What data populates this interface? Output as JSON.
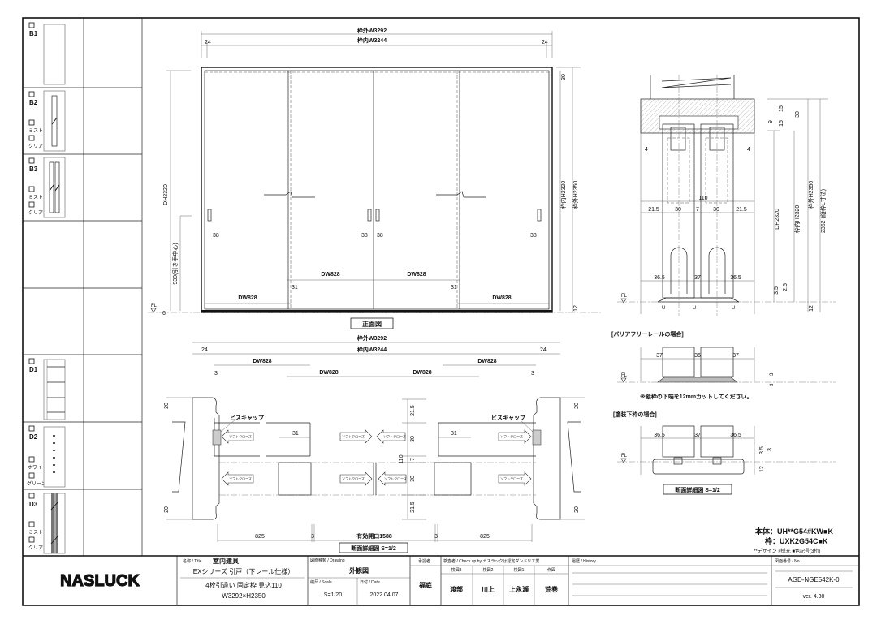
{
  "sidebar": {
    "items": [
      {
        "code": "B1"
      },
      {
        "code": "B2",
        "options": [
          "ミスト",
          "クリア"
        ]
      },
      {
        "code": "B3",
        "options": [
          "ミスト",
          "クリア"
        ]
      },
      {},
      {},
      {
        "code": "D1"
      },
      {
        "code": "D2",
        "options": [
          "ホワイト",
          "グリーン"
        ]
      },
      {
        "code": "D3",
        "options": [
          "ミスト",
          "クリア"
        ]
      }
    ]
  },
  "elevation": {
    "outer_width": "枠外W3292",
    "inner_width": "枠内W3244",
    "side_gap": "24",
    "door_height": "DH2320",
    "inner_height": "枠内H2320",
    "outer_height": "枠外H2350",
    "top_frame": "30",
    "bottom_frame": "12",
    "handle_offset": "38",
    "door_width": "DW828",
    "overlap": "31",
    "handle_height": "930(引き手中心)",
    "floor_gap": "6",
    "floor_line": "FL",
    "title": "正面図"
  },
  "plan": {
    "outer_width": "枠外W3292",
    "inner_width": "枠内W3244",
    "side_gap": "24",
    "door_width": "DW828",
    "gap": "3",
    "jamb": "20",
    "screw_cap": "ビスキャップ",
    "soft_close": "ソフトクローズ",
    "overlap": "31",
    "depth_dims": [
      "21.5",
      "30",
      "7",
      "30",
      "21.5"
    ],
    "depth_total": "110",
    "leaf_width": "825",
    "opening": "有効開口1588",
    "title": "断面詳細図 S=1/2"
  },
  "section": {
    "top_dims": [
      "15",
      "30",
      "15",
      "9"
    ],
    "side_clear": "4",
    "depth_total": "110",
    "depth_dims": [
      "21.5",
      "30",
      "7",
      "30",
      "21.5"
    ],
    "rail_dims": [
      "36.5",
      "37",
      "36.5"
    ],
    "door_height": "DH2320",
    "inner_height": "枠内H2320",
    "outer_height": "枠外H2350",
    "jamb_length": "2362 (縦枠L寸法)",
    "bottom_dims": [
      "3.5",
      "2.5",
      "12"
    ],
    "floor_line": "FL",
    "barrier_free_heading": "[バリアフリーレールの場合]",
    "barrier_free_dims": [
      "37",
      "36",
      "37"
    ],
    "barrier_free_rail": [
      "3",
      "3"
    ],
    "barrier_free_note": "※縦枠の下端を12mmカットしてください。",
    "painted_sill_heading": "[塗装下枠の場合]",
    "painted_sill_dims": [
      "36.5",
      "37",
      "36.5"
    ],
    "painted_sill_heights": [
      "3.5",
      "3",
      "12"
    ],
    "title": "断面詳細図 S=1/2"
  },
  "notes": {
    "body_code": "本体：UH**G54#KW■K",
    "frame_code": "枠：UXK2G54C■K",
    "legend": "**デザイン #採光 ■色記号(3桁)"
  },
  "title_block": {
    "logo": "NASLUCK",
    "title_label": "名称 / Title",
    "title_line1": "室内建具",
    "title_line2": "EXシリーズ 引戸（下レール仕様）",
    "title_line3": "4枚引違い 固定枠 見込110",
    "title_line4": "W3292×H2350",
    "drawing_label": "図面種類 / Drawing",
    "drawing": "外観図",
    "scale_label": "縮尺 / Scale",
    "scale": "S=1/20",
    "date_label": "日付 / Date",
    "date": "2022.04.07",
    "approver_label": "承認者",
    "approver": "福庭",
    "check_label": "検査者 / Check up by ナスラックは認定ダンドリエ業",
    "check_cols": [
      "検図3",
      "検図2",
      "検図1",
      "作図"
    ],
    "checkers": [
      "渡部",
      "川上",
      "上永瀬",
      "荒巻"
    ],
    "history_label": "履歴 / History",
    "number_label": "図面番号 / No.",
    "number": "AGD-NGE542K-0",
    "version": "ver. 4.30"
  }
}
